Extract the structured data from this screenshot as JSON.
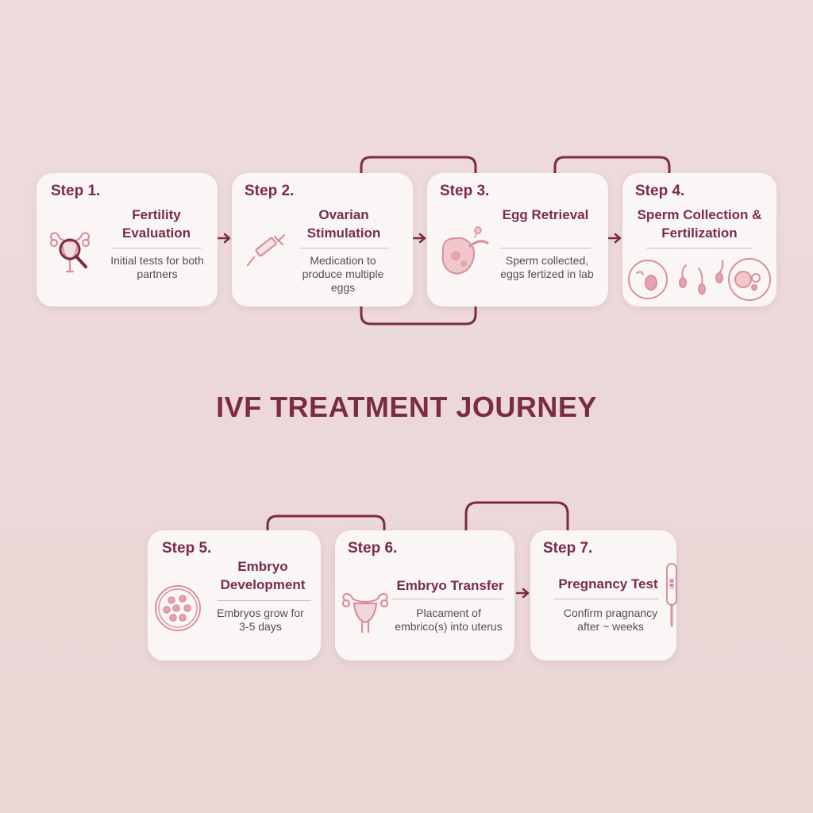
{
  "title": "IVF TREATMENT JOURNEY",
  "colors": {
    "accent": "#7a2b45",
    "icon": "#d7909d",
    "card": "#fbf6f6",
    "background": "#ecd8d8"
  },
  "steps": [
    {
      "label": "Step 1.",
      "title": "Fertility Evaluation",
      "description": "Initial tests for both partners",
      "icon": "uterus-magnifier-icon"
    },
    {
      "label": "Step 2.",
      "title": "Ovarian Stimulation",
      "description": "Medication to produce multiple eggs",
      "icon": "syringe-icon"
    },
    {
      "label": "Step 3.",
      "title": "Egg Retrieval",
      "description": "Sperm collected, eggs fertized in lab",
      "icon": "ovary-egg-icon"
    },
    {
      "label": "Step 4.",
      "title": "Sperm Collection & Fertilization",
      "description": "",
      "icon": "sperm-egg-icon"
    },
    {
      "label": "Step 5.",
      "title": "Embryo Development",
      "description": "Embryos grow for 3-5 days",
      "icon": "embryo-dish-icon"
    },
    {
      "label": "Step 6.",
      "title": "Embryo Transfer",
      "description": "Placament of embrico(s) into uterus",
      "icon": "uterus-icon"
    },
    {
      "label": "Step 7.",
      "title": "Pregnancy Test",
      "description": "Confirm pragnancy after ~ weeks",
      "icon": "pregnancy-test-icon"
    }
  ]
}
